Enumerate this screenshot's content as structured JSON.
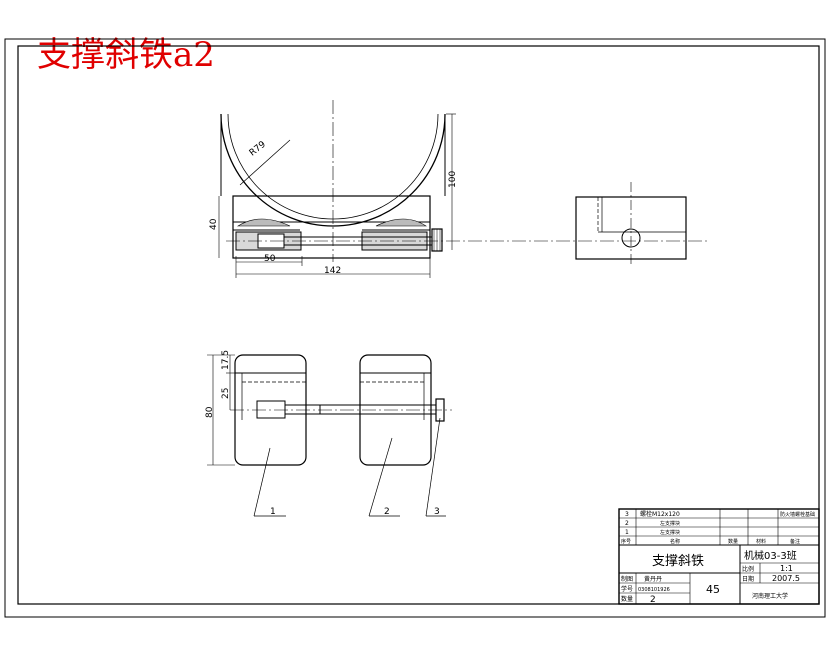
{
  "title": "支撑斜铁a2",
  "dims": {
    "radius": "R79",
    "height_total": "100",
    "height_base": "40",
    "width_half": "50",
    "width_total": "142",
    "side_total": "80",
    "side_mid": "25",
    "side_top": "17.5"
  },
  "balloons": {
    "part1": "1",
    "part2": "2",
    "part3": "3"
  },
  "bom": [
    {
      "no": "3",
      "name": "螺栓M12x120",
      "qty": "",
      "material": "",
      "note": "防火墙螺栓基础"
    },
    {
      "no": "2",
      "name": "左支撑块",
      "qty": "",
      "material": "",
      "note": ""
    },
    {
      "no": "1",
      "name": "左支撑块",
      "qty": "",
      "material": "",
      "note": ""
    }
  ],
  "bom_header": {
    "no": "序号",
    "name": "名称",
    "qty": "数量",
    "material": "材料",
    "note": "备注"
  },
  "title_block": {
    "part_name": "支撑斜铁",
    "drawing_no": "机械03-3班",
    "scale_label": "比例",
    "scale": "1:1",
    "date_label": "日期",
    "date": "2007.5",
    "design_label": "制图",
    "designer": "黄丹丹",
    "student_label": "学号",
    "student_no": "0308101926",
    "count_label": "数量",
    "count": "2",
    "sheet": "45",
    "school": "河南理工大学"
  }
}
